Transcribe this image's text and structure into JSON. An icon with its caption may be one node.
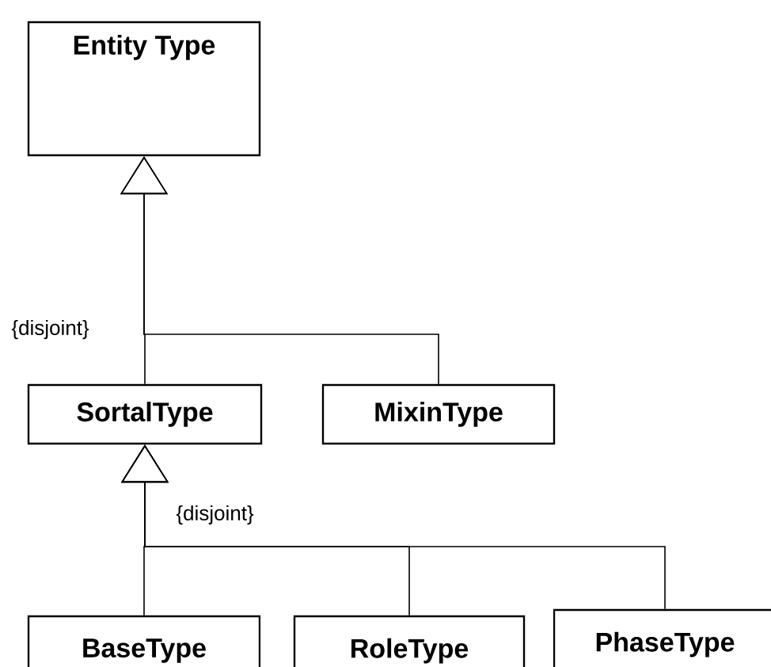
{
  "diagram": {
    "nodes": [
      {
        "text": [
          "Entity Type"
        ]
      },
      {
        "text": [
          "SortalType"
        ]
      },
      {
        "text": [
          "MixinType"
        ]
      },
      {
        "text": [
          "BaseType"
        ]
      },
      {
        "text": [
          "RoleType"
        ]
      },
      {
        "text": [
          "PhaseType"
        ]
      }
    ],
    "edges": [
      {
        "from": 1,
        "to": 0,
        "arrow": "to"
      },
      {
        "from": 2,
        "to": 0,
        "arrow": "to"
      },
      {
        "from": 3,
        "to": 1,
        "arrow": "to"
      },
      {
        "from": 4,
        "to": 1,
        "arrow": "to"
      },
      {
        "from": 5,
        "to": 1,
        "arrow": "to"
      }
    ],
    "labels": [
      "{disjoint}",
      "{disjoint}"
    ]
  }
}
